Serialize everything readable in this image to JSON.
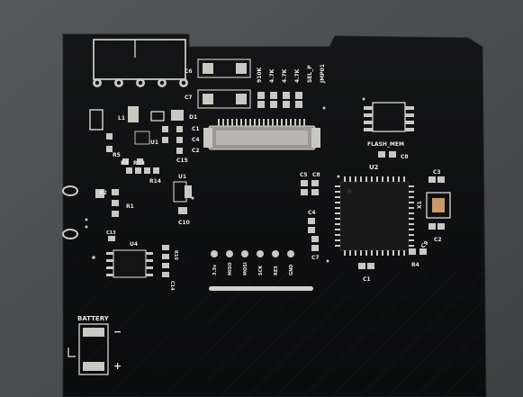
{
  "board": {
    "colors": {
      "background": "#4a4c4e",
      "soldermask": "#0e0f10",
      "silkscreen": "#e8e8e4",
      "pad": "#c9c9c4",
      "trace": "#1a1b1c"
    },
    "resistor_values": [
      "910K",
      "4.7K",
      "4.7K",
      "4.7K"
    ],
    "connector_labels": [
      "SEL_P",
      "JMP01"
    ],
    "component_labels": {
      "c6": "C6",
      "c7": "C7",
      "l1": "L1",
      "d1": "D1",
      "c1_top": "C1",
      "c4_top": "C4",
      "c2_top": "C2",
      "r5": "R5",
      "u1_left": "U1",
      "c15": "C15",
      "r3": "R3",
      "r13": "R13",
      "r14": "R14",
      "u1": "U1",
      "c10": "C10",
      "r2": "R2",
      "r1": "R1",
      "c13": "C13",
      "u4": "U4",
      "r10": "R10",
      "c14": "C14",
      "c5": "C5",
      "c8": "C8",
      "u2": "U2",
      "c3": "C3",
      "c4": "C4",
      "c7_bottom": "C7",
      "x1": "X1",
      "c9": "C9",
      "c2": "C2",
      "r4": "R4",
      "c1": "C1",
      "flash_mem": "FLASH_MEM",
      "c8_flash": "C8"
    },
    "header_pins": [
      "3.3v",
      "MISO",
      "MOSI",
      "SCK",
      "RES",
      "GND"
    ],
    "battery": {
      "label": "BATTERY",
      "minus": "−",
      "plus": "+"
    }
  }
}
